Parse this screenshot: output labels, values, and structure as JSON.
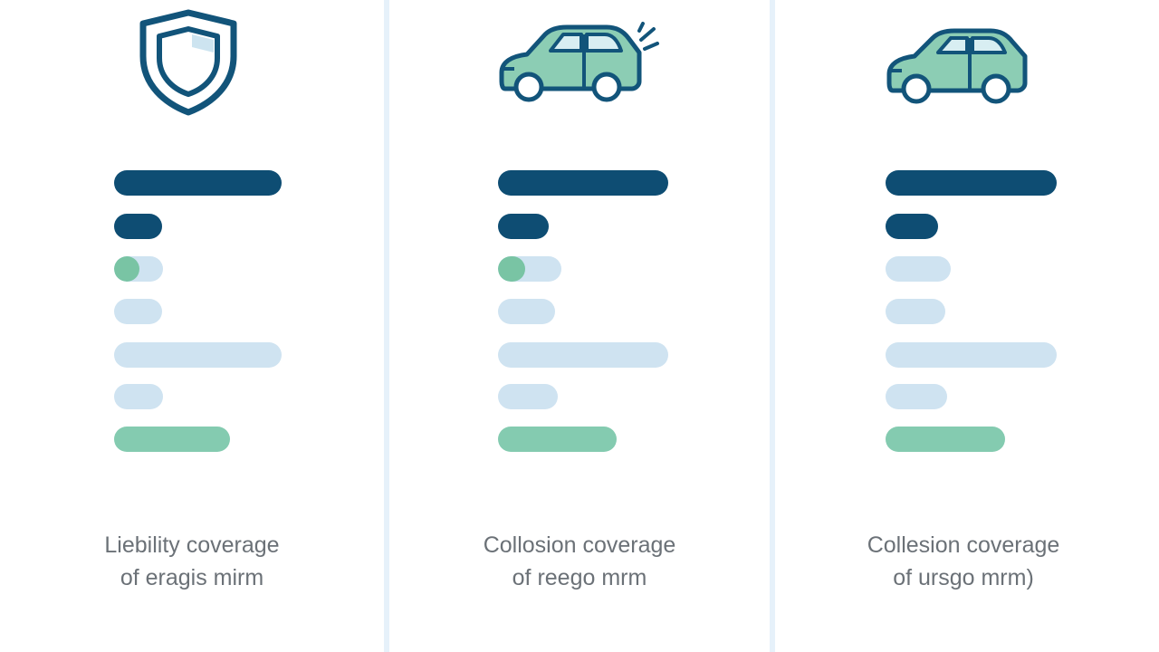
{
  "colors": {
    "dark_bar": "#0e4d73",
    "light_bar": "#cfe3f1",
    "green_bar": "#84cbb0",
    "icon_stroke": "#12547a",
    "icon_fill": "#8ccdb4",
    "divider": "#e6f1fa"
  },
  "columns": [
    {
      "icon": "shield-icon",
      "caption_line1": "Liebility coverage",
      "caption_line2": "of eragis mirm",
      "toggle_level": 0.3
    },
    {
      "icon": "car-crash-icon",
      "caption_line1": "Collosion coverage",
      "caption_line2": "of reego mrm",
      "toggle_level": 0.3
    },
    {
      "icon": "car-icon",
      "caption_line1": "Collesion coverage",
      "caption_line2": "of ursgo mrm)",
      "toggle_level": 0
    }
  ]
}
